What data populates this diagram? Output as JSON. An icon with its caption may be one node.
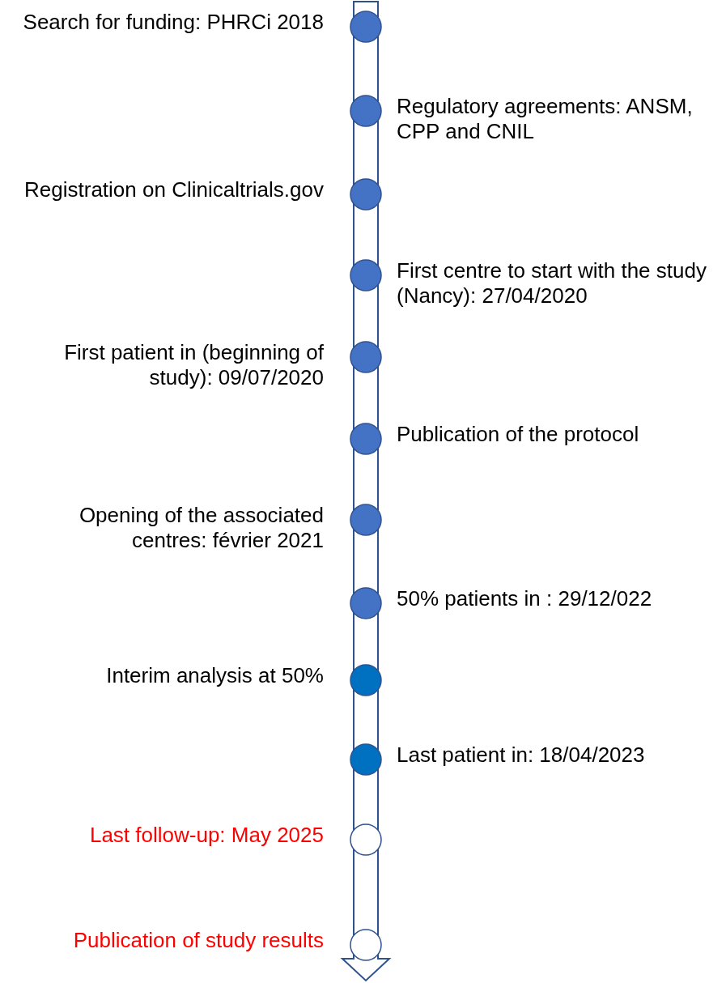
{
  "diagram": {
    "nodes": [
      {
        "text": [],
        "shape": "circle",
        "beside": [
          "Search for funding: PHRCi 2018"
        ]
      },
      {
        "text": [],
        "shape": "circle",
        "beside": [
          "Regulatory agreements: ANSM, CPP and CNIL"
        ]
      },
      {
        "text": [],
        "shape": "circle",
        "beside": [
          "Registration on Clinicaltrials.gov"
        ]
      },
      {
        "text": [],
        "shape": "circle",
        "beside": [
          "First centre to start with the study (Nancy): 27/04/2020"
        ]
      },
      {
        "text": [],
        "shape": "circle",
        "beside": [
          "First patient in (beginning of study): 09/07/2020"
        ]
      },
      {
        "text": [],
        "shape": "circle",
        "beside": [
          "Publication of the protocol"
        ]
      },
      {
        "text": [],
        "shape": "circle",
        "beside": [
          "Opening of the associated centres: février 2021"
        ]
      },
      {
        "text": [],
        "shape": "circle",
        "beside": [
          "50% patients in : 29/12/022"
        ]
      },
      {
        "text": [],
        "shape": "circle",
        "beside": [
          "Interim analysis at 50%"
        ]
      },
      {
        "text": [],
        "shape": "circle",
        "beside": [
          "Last patient in: 18/04/2023"
        ]
      },
      {
        "text": [],
        "shape": "circle",
        "beside": [
          "Last follow-up: May 2025"
        ]
      },
      {
        "text": [],
        "shape": "circle",
        "beside": [
          "Publication of study results"
        ]
      }
    ]
  }
}
